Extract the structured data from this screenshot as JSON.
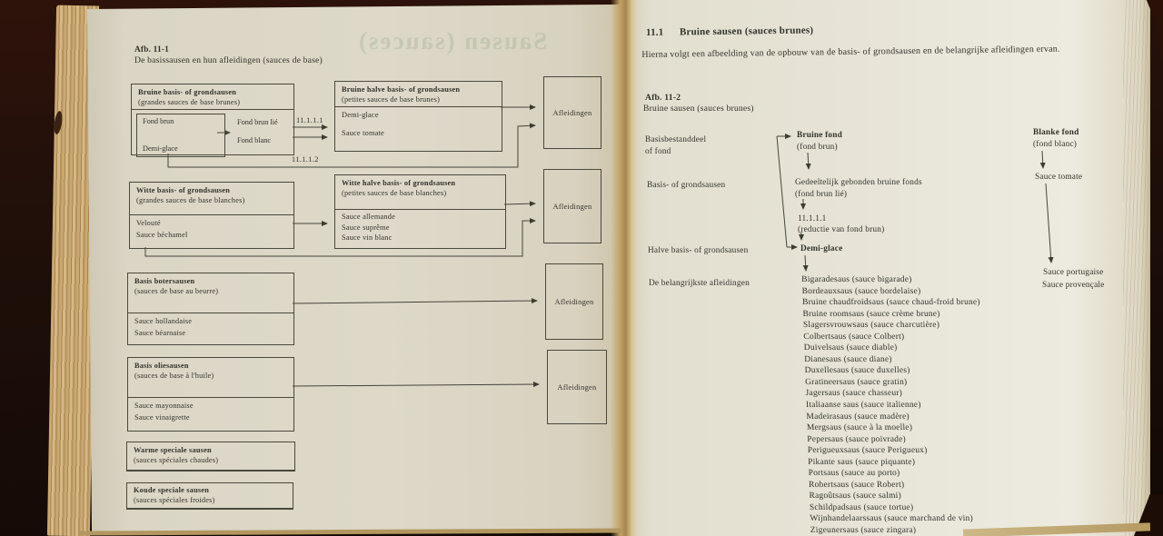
{
  "book": {
    "left_page": {
      "figure_label": "Afb. 11-1",
      "figure_caption": "De basissausen en hun afleidingen (sauces de base)",
      "ghost_text": "Sausen (sauces)",
      "ref_code_1": "11.1.1.1",
      "ref_code_2": "11.1.1.2",
      "afleidingen_label": "Afleidingen",
      "groups": {
        "bruine_basis": {
          "title": "Bruine basis- of grondsausen",
          "subtitle": "(grandes sauces de base brunes)",
          "inner_items": [
            "Fond brun",
            "Demi-glace"
          ],
          "side_items": [
            "Fond brun lié",
            "Fond blanc"
          ]
        },
        "bruine_halve": {
          "title": "Bruine halve basis- of grondsausen",
          "subtitle": "(petites sauces de base brunes)",
          "items": [
            "Demi-glace",
            "Sauce tomate"
          ]
        },
        "witte_basis": {
          "title": "Witte basis- of grondsausen",
          "subtitle": "(grandes sauces de base blanches)",
          "items": [
            "Velouté",
            "Sauce béchamel"
          ]
        },
        "witte_halve": {
          "title": "Witte halve basis- of grondsausen",
          "subtitle": "(petites sauces de base blanches)",
          "items": [
            "Sauce allemande",
            "Sauce suprême",
            "Sauce vin blanc"
          ]
        },
        "botersausen": {
          "title": "Basis botersausen",
          "subtitle": "(sauces de base au beurre)",
          "items": [
            "Sauce hollandaise",
            "Sauce béarnaise"
          ]
        },
        "oliesausen": {
          "title": "Basis oliesausen",
          "subtitle": "(sauces de base à l'huile)",
          "items": [
            "Sauce mayonnaise",
            "Sauce vinaigrette"
          ]
        },
        "warme_speciale": {
          "title": "Warme speciale sausen",
          "subtitle": "(sauces spéciales chaudes)"
        },
        "koude_speciale": {
          "title": "Koude speciale sausen",
          "subtitle": "(sauces spéciales froides)"
        }
      }
    },
    "right_page": {
      "section_number": "11.1",
      "section_title": "Bruine sausen (sauces brunes)",
      "intro": "Hierna volgt een afbeelding van de opbouw van de basis- of grondsausen en de belangrijke afleidingen ervan.",
      "figure_label": "Afb. 11-2",
      "figure_caption": "Bruine sausen (sauces brunes)",
      "row_labels": {
        "basisbestanddeel_line1": "Basisbestanddeel",
        "basisbestanddeel_line2": "of fond",
        "basis": "Basis- of grondsausen",
        "halve_basis": "Halve basis- of grondsausen",
        "afleidingen": "De belangrijkste afleidingen"
      },
      "brown_chain": {
        "fond_title": "Bruine fond",
        "fond_sub": "(fond brun)",
        "gebonden_title": "Gedeeltelijk gebonden bruine fonds",
        "gebonden_sub": "(fond brun lié)",
        "reductie_code": "11.1.1.1",
        "reductie_sub": "(reductie van fond brun)",
        "demi_glace": "Demi-glace"
      },
      "white_chain": {
        "fond_title": "Blanke fond",
        "fond_sub": "(fond blanc)",
        "tomate": "Sauce tomate",
        "derivative_1": "Sauce portugaise",
        "derivative_2": "Sauce provençale"
      },
      "derivatives": [
        "Bigaradesaus (sauce bigarade)",
        "Bordeauxsaus (sauce bordelaise)",
        "Bruine chaudfroidsaus (sauce chaud-froid brune)",
        "Bruine roomsaus (sauce crème brune)",
        "Slagersvrouwsaus (sauce charcutière)",
        "Colbertsaus (sauce Colbert)",
        "Duivelsaus (sauce diable)",
        "Dianesaus (sauce diane)",
        "Duxellesaus (sauce duxelles)",
        "Gratineersaus (sauce gratin)",
        "Jagersaus (sauce chasseur)",
        "Italiaanse saus (sauce italienne)",
        "Madeirasaus (sauce madère)",
        "Mergsaus (sauce à la moelle)",
        "Pepersaus (sauce poivrade)",
        "Perigueuxsaus (sauce Perigueux)",
        "Pikante saus (sauce piquante)",
        "Portsaus (sauce au porto)",
        "Robertsaus (sauce Robert)",
        "Ragoûtsaus (sauce salmi)",
        "Schildpadsaus (sauce tortue)",
        "Wijnhandelaarssaus (sauce marchand de vin)",
        "Zigeunersaus (sauce zingara)"
      ]
    }
  }
}
